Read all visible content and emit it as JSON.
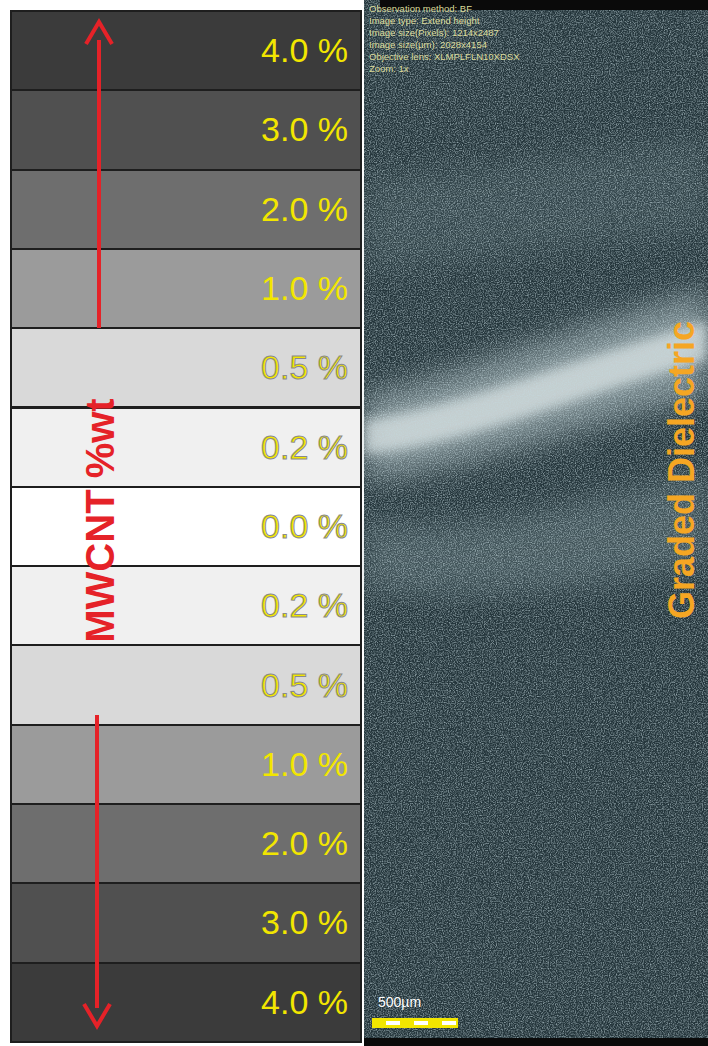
{
  "diagram": {
    "nodes": [
      {
        "text": [
          "4.0 %"
        ]
      },
      {
        "text": [
          "3.0 %"
        ]
      },
      {
        "text": [
          "2.0 %"
        ]
      },
      {
        "text": [
          "1.0 %"
        ]
      },
      {
        "text": [
          "0.5 %"
        ]
      },
      {
        "text": [
          "0.2 %"
        ]
      },
      {
        "text": [
          "0.0 %"
        ]
      },
      {
        "text": [
          "0.2 %"
        ]
      },
      {
        "text": [
          "0.5 %"
        ]
      },
      {
        "text": [
          "1.0 %"
        ]
      },
      {
        "text": [
          "2.0 %"
        ]
      },
      {
        "text": [
          "3.0 %"
        ]
      },
      {
        "text": [
          "4.0 %"
        ]
      }
    ],
    "labels": [
      "MWCNT %wt",
      "Graded Dielectric",
      "Observation method: BF",
      "Image type: Extend height",
      "Image size(Pixels): 1214x2487",
      "Image size(µm): 2028x4154",
      "Objective lens: XLMPLFLN10XDSX",
      "Zoom: 1x",
      "500µm"
    ]
  }
}
